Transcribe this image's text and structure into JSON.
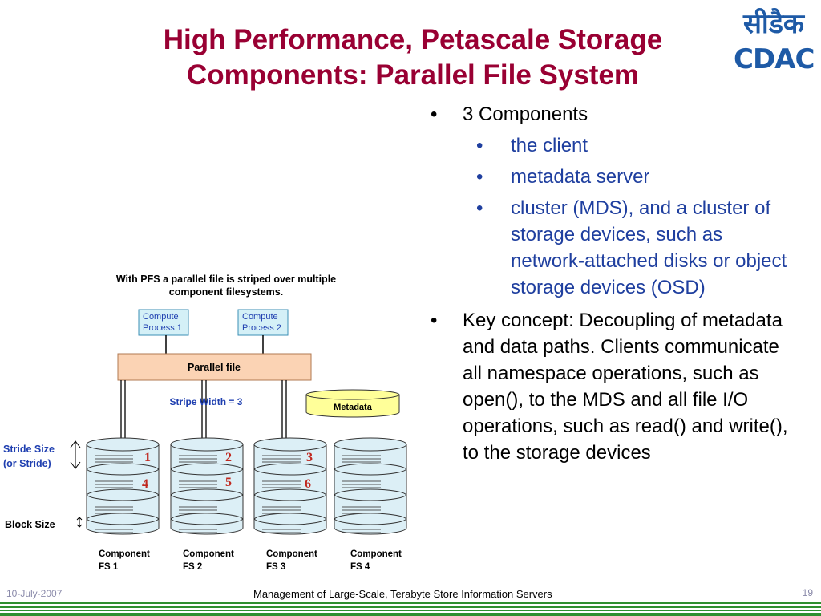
{
  "slide": {
    "title_line1": "High Performance, Petascale Storage",
    "title_line2": "Components: Parallel File System",
    "logo_hindi": "सीडैक",
    "logo_english": "CDAC"
  },
  "bullets": {
    "main1": "3 Components",
    "sub": [
      "the client",
      "metadata server",
      "cluster (MDS), and a cluster of storage devices, such as network-attached disks or object storage devices (OSD)"
    ],
    "main2": "Key concept: Decoupling of metadata and data paths. Clients communicate all namespace operations, such as open(), to the MDS and all file I/O operations, such as read() and write(), to the storage devices",
    "marker": "•"
  },
  "diagram": {
    "caption_line1": "With PFS a parallel file is striped over multiple",
    "caption_line2": "component filesystems.",
    "compute1_line1": "Compute",
    "compute1_line2": "Process 1",
    "compute2_line1": "Compute",
    "compute2_line2": "Process 2",
    "parallel_file": "Parallel file",
    "stripe_width": "Stripe Width = 3",
    "metadata": "Metadata",
    "stride_line1": "Stride Size",
    "stride_line2": "(or Stride)",
    "block_size": "Block Size",
    "block_numbers": [
      "1",
      "2",
      "3",
      "4",
      "5",
      "6"
    ],
    "fs_word": "Component",
    "fs_labels": [
      "FS 1",
      "FS 2",
      "FS 3",
      "FS 4"
    ],
    "colors": {
      "box_fill": "#d4f0f7",
      "box_stroke": "#3b8fb6",
      "parallel_fill": "#fbd3b4",
      "metadata_fill": "#ffff99",
      "disk_fill": "#dceff6",
      "blue_text": "#1f3fb0",
      "red_number": "#c0281f"
    }
  },
  "footer": {
    "date": "10-July-2007",
    "center": "Management of Large-Scale, Terabyte Store Information Servers",
    "page": "19"
  }
}
